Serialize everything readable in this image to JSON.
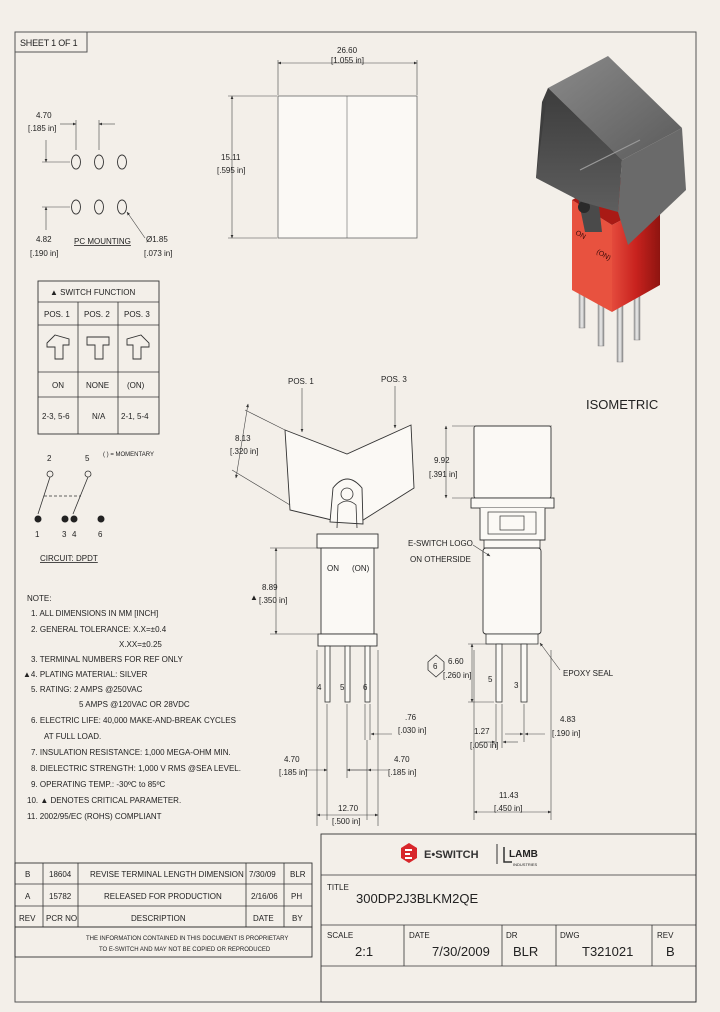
{
  "sheet_label": "SHEET 1 OF 1",
  "top_view": {
    "width_mm": "26.60",
    "width_in": "[1.055 in]",
    "height_mm": "15.11",
    "height_in": "[.595 in]"
  },
  "pc_mounting": {
    "pitch_mm": "4.70",
    "pitch_in": "[.185 in]",
    "row_mm": "4.82",
    "row_in": "[.190 in]",
    "label": "PC MOUNTING",
    "hole_mm": "Ø1.85",
    "hole_in": "[.073 in]"
  },
  "switch_function": {
    "title": "▲ SWITCH FUNCTION",
    "positions": [
      "POS. 1",
      "POS. 2",
      "POS. 3"
    ],
    "modes": [
      "ON",
      "NONE",
      "(ON)"
    ],
    "connections": [
      "2-3, 5-6",
      "N/A",
      "2-1, 5-4"
    ],
    "footnote": "( ) = MOMENTARY"
  },
  "circuit": {
    "top_terminals": [
      "2",
      "5"
    ],
    "bottom_terminals": [
      "1",
      "3",
      "4",
      "6"
    ],
    "label": "CIRCUIT: DPDT"
  },
  "notes": {
    "title": "NOTE:",
    "items": [
      "1. ALL DIMENSIONS IN MM [INCH]",
      "2. GENERAL TOLERANCE: X.X=±0.4",
      "X.XX=±0.25",
      "3. TERMINAL NUMBERS FOR REF ONLY",
      "▲4. PLATING MATERIAL: SILVER",
      "5. RATING: 2 AMPS @250VAC",
      "5 AMPS @120VAC OR 28VDC",
      "6. ELECTRIC LIFE: 40,000 MAKE-AND-BREAK CYCLES",
      "AT FULL LOAD.",
      "7. INSULATION RESISTANCE: 1,000 MEGA-OHM MIN.",
      "8. DIELECTRIC STRENGTH: 1,000 V RMS @SEA LEVEL.",
      "9. OPERATING TEMP.: -30ºC to 85ºC",
      "10. ▲ DENOTES CRITICAL PARAMETER.",
      "11. 2002/95/EC (ROHS) COMPLIANT"
    ]
  },
  "isometric_label": "ISOMETRIC",
  "front_view": {
    "pos1": "POS. 1",
    "pos3": "POS. 3",
    "toggle_mm": "8.13",
    "toggle_in": "[.320 in]",
    "body_mm": "8.89",
    "body_in": "[.350 in]",
    "on_label": "ON",
    "onm_label": "(ON)",
    "terminal_labels": [
      "4",
      "5",
      "6"
    ],
    "term_w_mm": ".76",
    "term_w_in": "[.030 in]",
    "pitch_l_mm": "4.70",
    "pitch_l_in": "[.185 in]",
    "pitch_r_mm": "4.70",
    "pitch_r_in": "[.185 in]",
    "overall_mm": "12.70",
    "overall_in": "[.500 in]"
  },
  "side_view": {
    "cap_mm": "9.92",
    "cap_in": "[.391 in]",
    "logo_note_1": "E-SWITCH LOGO",
    "logo_note_2": "ON OTHERSIDE",
    "term_mm": "6.60",
    "term_in": "[.260 in]",
    "critical_num": "6",
    "epoxy": "EPOXY SEAL",
    "terminal_labels": [
      "5",
      "3"
    ],
    "thick_mm": "1.27",
    "thick_in": "[.050 in]",
    "spacing_mm": "4.83",
    "spacing_in": "[.190 in]",
    "width_mm": "11.43",
    "width_in": "[.450 in]"
  },
  "revisions": {
    "rows": [
      {
        "rev": "B",
        "pcr": "18604",
        "desc": "REVISE TERMINAL LENGTH DIMENSION",
        "date": "7/30/09",
        "by": "BLR"
      },
      {
        "rev": "A",
        "pcr": "15782",
        "desc": "RELEASED FOR PRODUCTION",
        "date": "2/16/06",
        "by": "PH"
      }
    ],
    "headers": [
      "REV",
      "PCR NO",
      "DESCRIPTION",
      "DATE",
      "BY"
    ],
    "proprietary_1": "THE INFORMATION CONTAINED IN THIS DOCUMENT IS PROPRIETARY",
    "proprietary_2": "TO E-SWITCH AND MAY NOT BE COPIED OR REPRODUCED"
  },
  "title_block": {
    "brand": "E•SWITCH",
    "lamb": "LAMB",
    "lamb_sub": "INDUSTRIES",
    "title_label": "TITLE",
    "title": "300DP2J3BLKM2QE",
    "scale_label": "SCALE",
    "scale": "2:1",
    "date_label": "DATE",
    "date": "7/30/2009",
    "dr_label": "DR",
    "dr": "BLR",
    "dwg_label": "DWG",
    "dwg": "T321021",
    "rev_label": "REV",
    "rev": "B"
  },
  "colors": {
    "background": "#f3efe9",
    "red_body": "#c8221e",
    "cap_gray": "#6e6e6e",
    "brand_red": "#d8262b"
  }
}
